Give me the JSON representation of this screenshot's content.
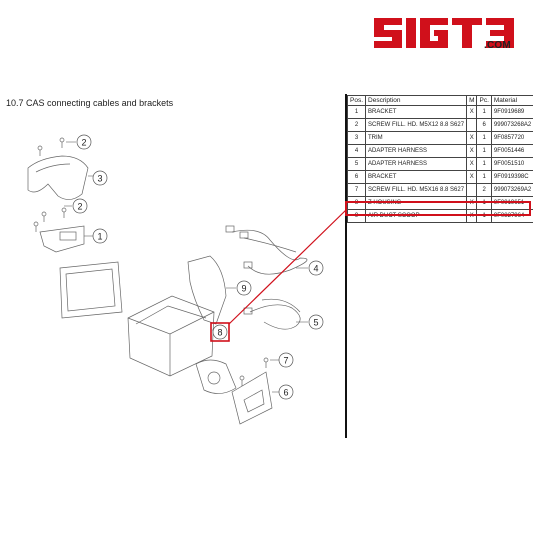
{
  "brand": {
    "logo_text": "SIGT3",
    "domain_suffix": ".COM",
    "logo_color": "#d0101b"
  },
  "section": {
    "title": "10.7  CAS connecting cables and brackets"
  },
  "table": {
    "headers": {
      "pos": "Pos.",
      "description": "Description",
      "m": "M",
      "pc": "Pc.",
      "material": "Material"
    },
    "rows": [
      {
        "pos": "1",
        "description": "BRACKET",
        "m": "X",
        "pc": "1",
        "material": "9F0919689"
      },
      {
        "pos": "2",
        "description": "SCREW FILL. HD. M5X12 8.8 S627",
        "m": "",
        "pc": "6",
        "material": "999073268A2"
      },
      {
        "pos": "3",
        "description": "TRIM",
        "m": "X",
        "pc": "1",
        "material": "9F0857720"
      },
      {
        "pos": "4",
        "description": "ADAPTER HARNESS",
        "m": "X",
        "pc": "1",
        "material": "9F0051446"
      },
      {
        "pos": "5",
        "description": "ADAPTER HARNESS",
        "m": "X",
        "pc": "1",
        "material": "9F0051510"
      },
      {
        "pos": "6",
        "description": "BRACKET",
        "m": "X",
        "pc": "1",
        "material": "9F0919398C"
      },
      {
        "pos": "7",
        "description": "SCREW FILL. HD. M5X16 8.8 S627",
        "m": "",
        "pc": "2",
        "material": "999073269A2"
      },
      {
        "pos": "8",
        "description": "Z HOUSING",
        "m": "X",
        "pc": "1",
        "material": "9F0919651"
      },
      {
        "pos": "9",
        "description": "AIR DUCT SCOOP",
        "m": "X",
        "pc": "1",
        "material": "9F0827964"
      }
    ],
    "highlighted_pos": "8",
    "highlight_color": "#d0101b"
  },
  "callouts": [
    "1",
    "2",
    "2",
    "3",
    "4",
    "5",
    "6",
    "7",
    "8",
    "9"
  ]
}
